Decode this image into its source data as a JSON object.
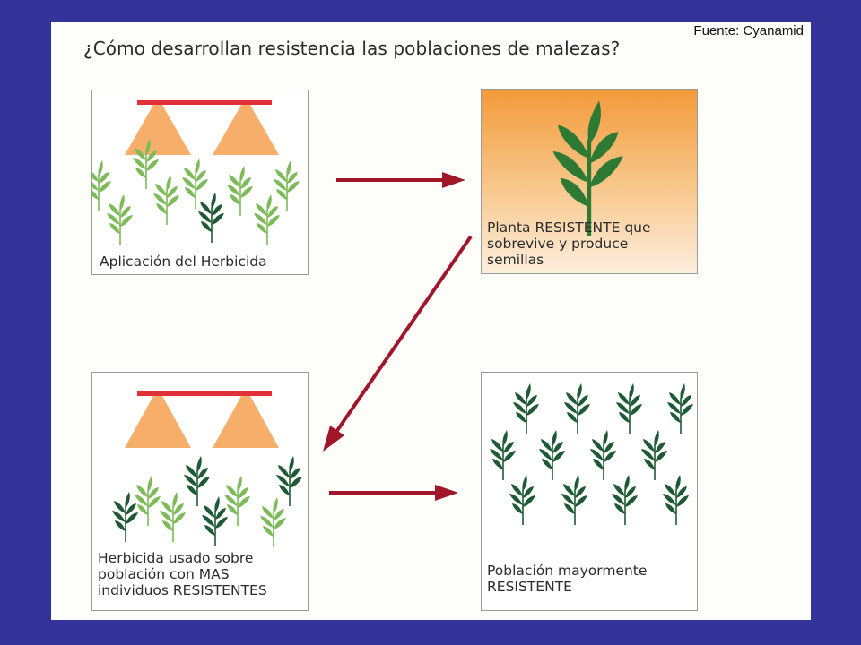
{
  "source": "Fuente: Cyanamid",
  "title": "¿Cómo desarrollan resistencia las poblaciones de malezas?",
  "panels": [
    {
      "id": "aplicacion",
      "lines": [
        "Aplicación del Herbicida"
      ]
    },
    {
      "id": "planta-resistente",
      "lines": [
        "Planta RESISTENTE que",
        "sobrevive y produce",
        "semillas"
      ]
    },
    {
      "id": "herbicida-mas-resistentes",
      "lines": [
        "Herbicida usado sobre",
        "población con MAS",
        "individuos RESISTENTES"
      ]
    },
    {
      "id": "poblacion-resistente",
      "lines": [
        "Población mayormente",
        "RESISTENTE"
      ]
    }
  ],
  "colors": {
    "background": "#33339a",
    "arrow": "#a0172a",
    "sprayer_bar": "#e0303a",
    "spray": "#f5a050",
    "plant_susceptible": "#7dbb59",
    "plant_resistant": "#1f5a36",
    "plant_large": "#2e7a34"
  },
  "icons": [
    "sprayer-icon",
    "weed-plant-icon",
    "arrow-right-icon",
    "arrow-down-left-icon"
  ]
}
